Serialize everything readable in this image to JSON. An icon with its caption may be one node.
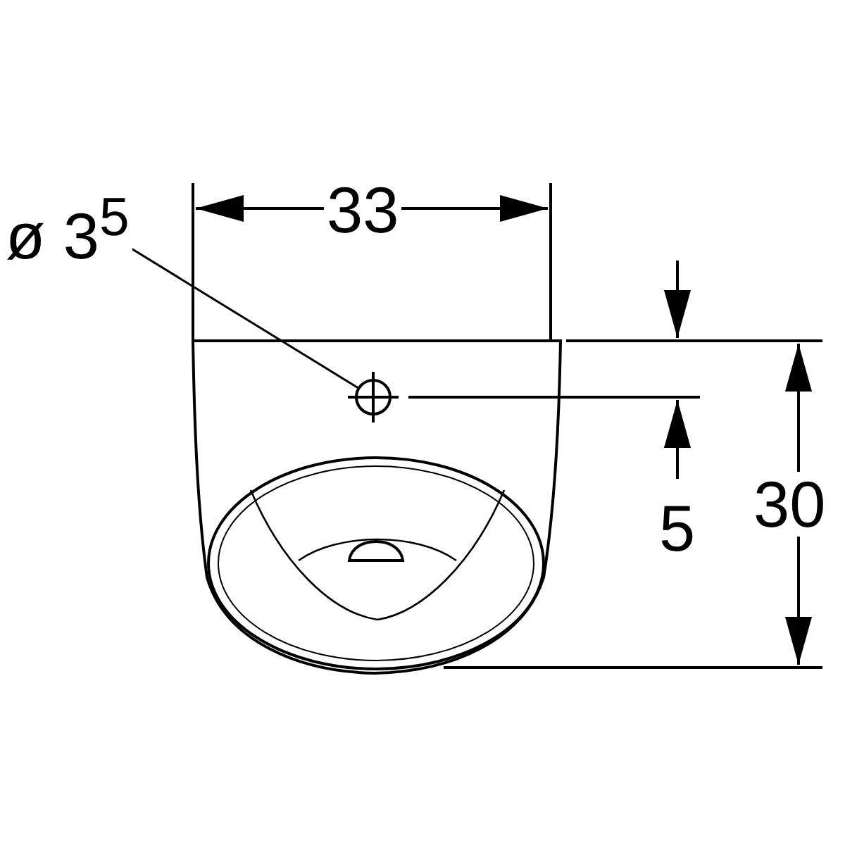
{
  "diagram": {
    "nodes": [
      {
        "text": [
          "ø 3$^{5}$"
        ]
      },
      {
        "text": [],
        "shape": "circle"
      }
    ],
    "edges": [
      {
        "from": 0,
        "to": 1,
        "arrow": "none"
      }
    ],
    "labels": [
      "33",
      "5",
      "30"
    ]
  }
}
